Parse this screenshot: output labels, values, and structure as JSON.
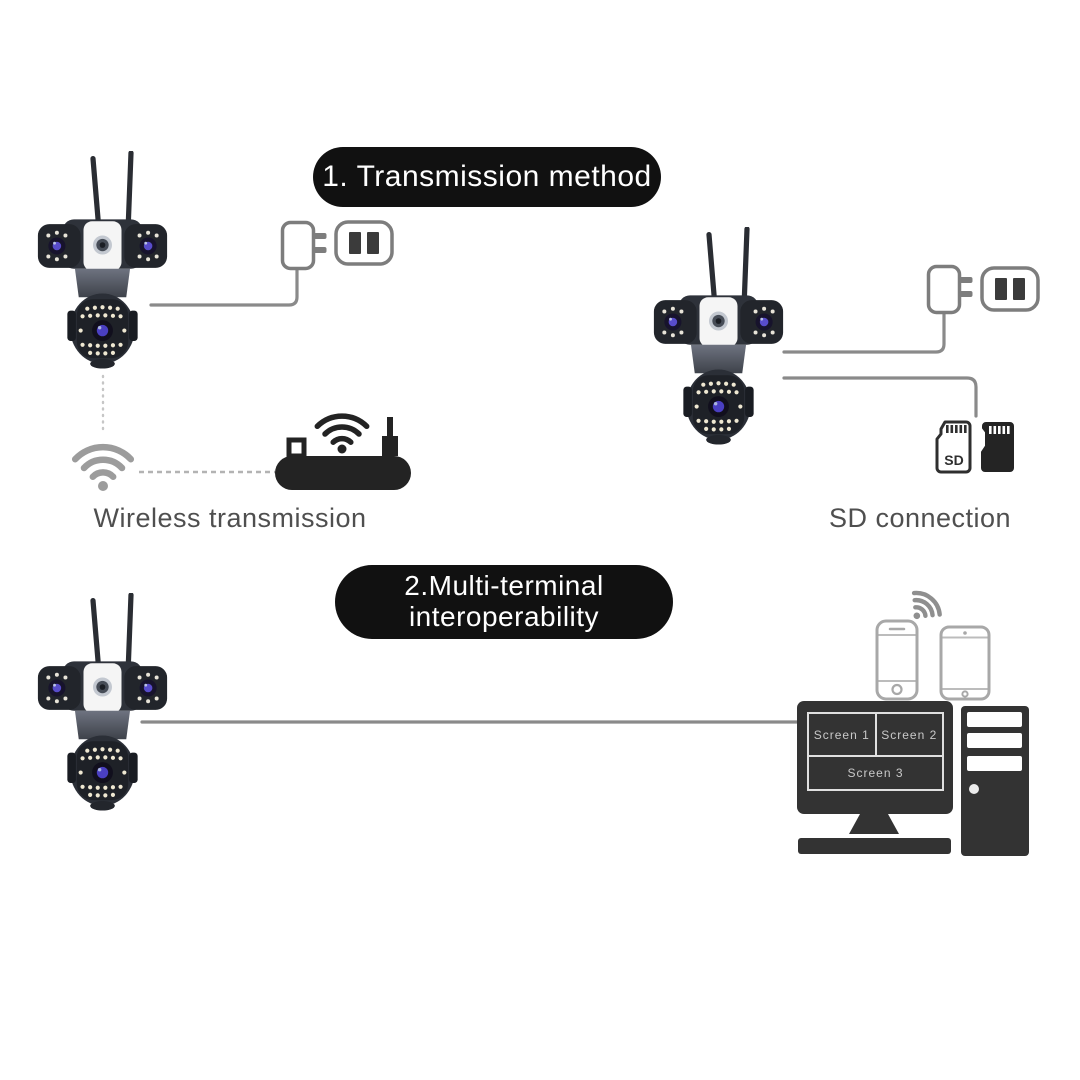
{
  "image_type": "security camera product feature infographic",
  "colors": {
    "background": "#ffffff",
    "banner_bg": "#111111",
    "banner_text": "#ffffff",
    "caption_text": "#4f4f4f",
    "connection_line": "#8a8a8a",
    "device_dark": "#333333",
    "router_black": "#232323",
    "icon_outline_gray": "#7d7d7d",
    "wifi_gray": "#9c9c9c",
    "camera_body": "#2e323a",
    "camera_lens_purple": "#4a3fc2",
    "screen_label_text": "#c9c9c9"
  },
  "section1": {
    "banner_label": "1. Transmission method",
    "wireless_caption": "Wireless transmission",
    "sd_caption": "SD connection"
  },
  "section2": {
    "banner_line1": "2.Multi-terminal",
    "banner_line2": "interoperability",
    "monitor_screens": [
      "Screen 1",
      "Screen 2",
      "Screen 3"
    ]
  },
  "sd_card": {
    "label": "SD"
  },
  "icons": [
    "security-camera",
    "power-adapter",
    "power-outlet",
    "wifi-signal",
    "wifi-router",
    "sd-card",
    "micro-sd-card",
    "smartphone",
    "tablet",
    "wifi-waves",
    "desktop-monitor",
    "monitor-stand",
    "keyboard",
    "pc-tower"
  ],
  "diagram": {
    "camera1_connections": [
      "power-adapter",
      "wifi-router"
    ],
    "camera2_connections": [
      "power-adapter",
      "sd-cards"
    ],
    "camera3_connections": [
      "desktop-monitor"
    ],
    "terminals": [
      "smartphone",
      "tablet",
      "desktop-monitor",
      "pc-tower"
    ]
  }
}
